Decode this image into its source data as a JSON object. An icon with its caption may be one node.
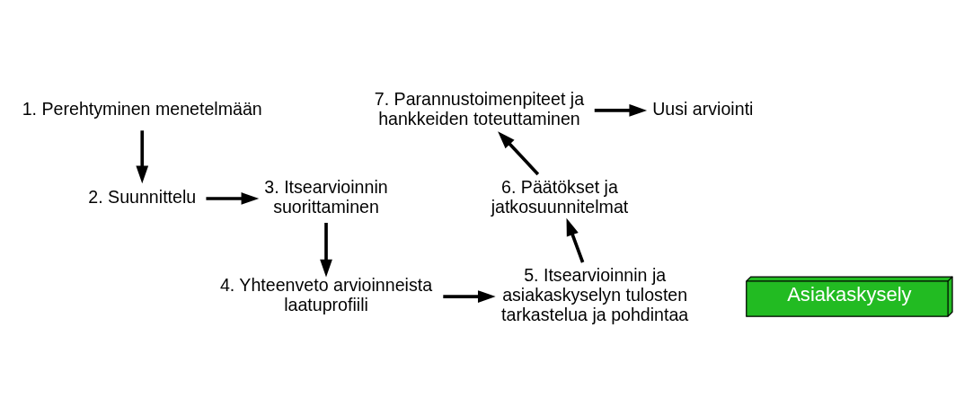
{
  "diagram": {
    "nodes": [
      {
        "text": [
          "1. Perehtyminen menetelmään"
        ]
      },
      {
        "text": [
          "2. Suunnittelu"
        ]
      },
      {
        "text": [
          "3. Itsearvioinnin suorittaminen"
        ]
      },
      {
        "text": [
          "4. Yhteenveto arvioinneista laatuprofiili"
        ]
      },
      {
        "text": [
          "5. Itsearvioinnin ja asiakaskyselyn tulosten tarkastelua ja pohdintaa"
        ]
      },
      {
        "text": [
          "6. Päätökset ja jatkosuunnitelmat"
        ]
      },
      {
        "text": [
          "7. Parannustoimenpiteet ja hankkeiden toteuttaminen"
        ]
      },
      {
        "text": [
          "Uusi arviointi"
        ]
      },
      {
        "text": [
          "Asiakaskysely"
        ]
      }
    ],
    "edges": [
      {
        "from": 0,
        "to": 1,
        "arrow": "to"
      },
      {
        "from": 1,
        "to": 2,
        "arrow": "to"
      },
      {
        "from": 2,
        "to": 3,
        "arrow": "to"
      },
      {
        "from": 3,
        "to": 4,
        "arrow": "to"
      },
      {
        "from": 4,
        "to": 5,
        "arrow": "to"
      },
      {
        "from": 5,
        "to": 6,
        "arrow": "to"
      },
      {
        "from": 6,
        "to": 7,
        "arrow": "to"
      }
    ]
  }
}
